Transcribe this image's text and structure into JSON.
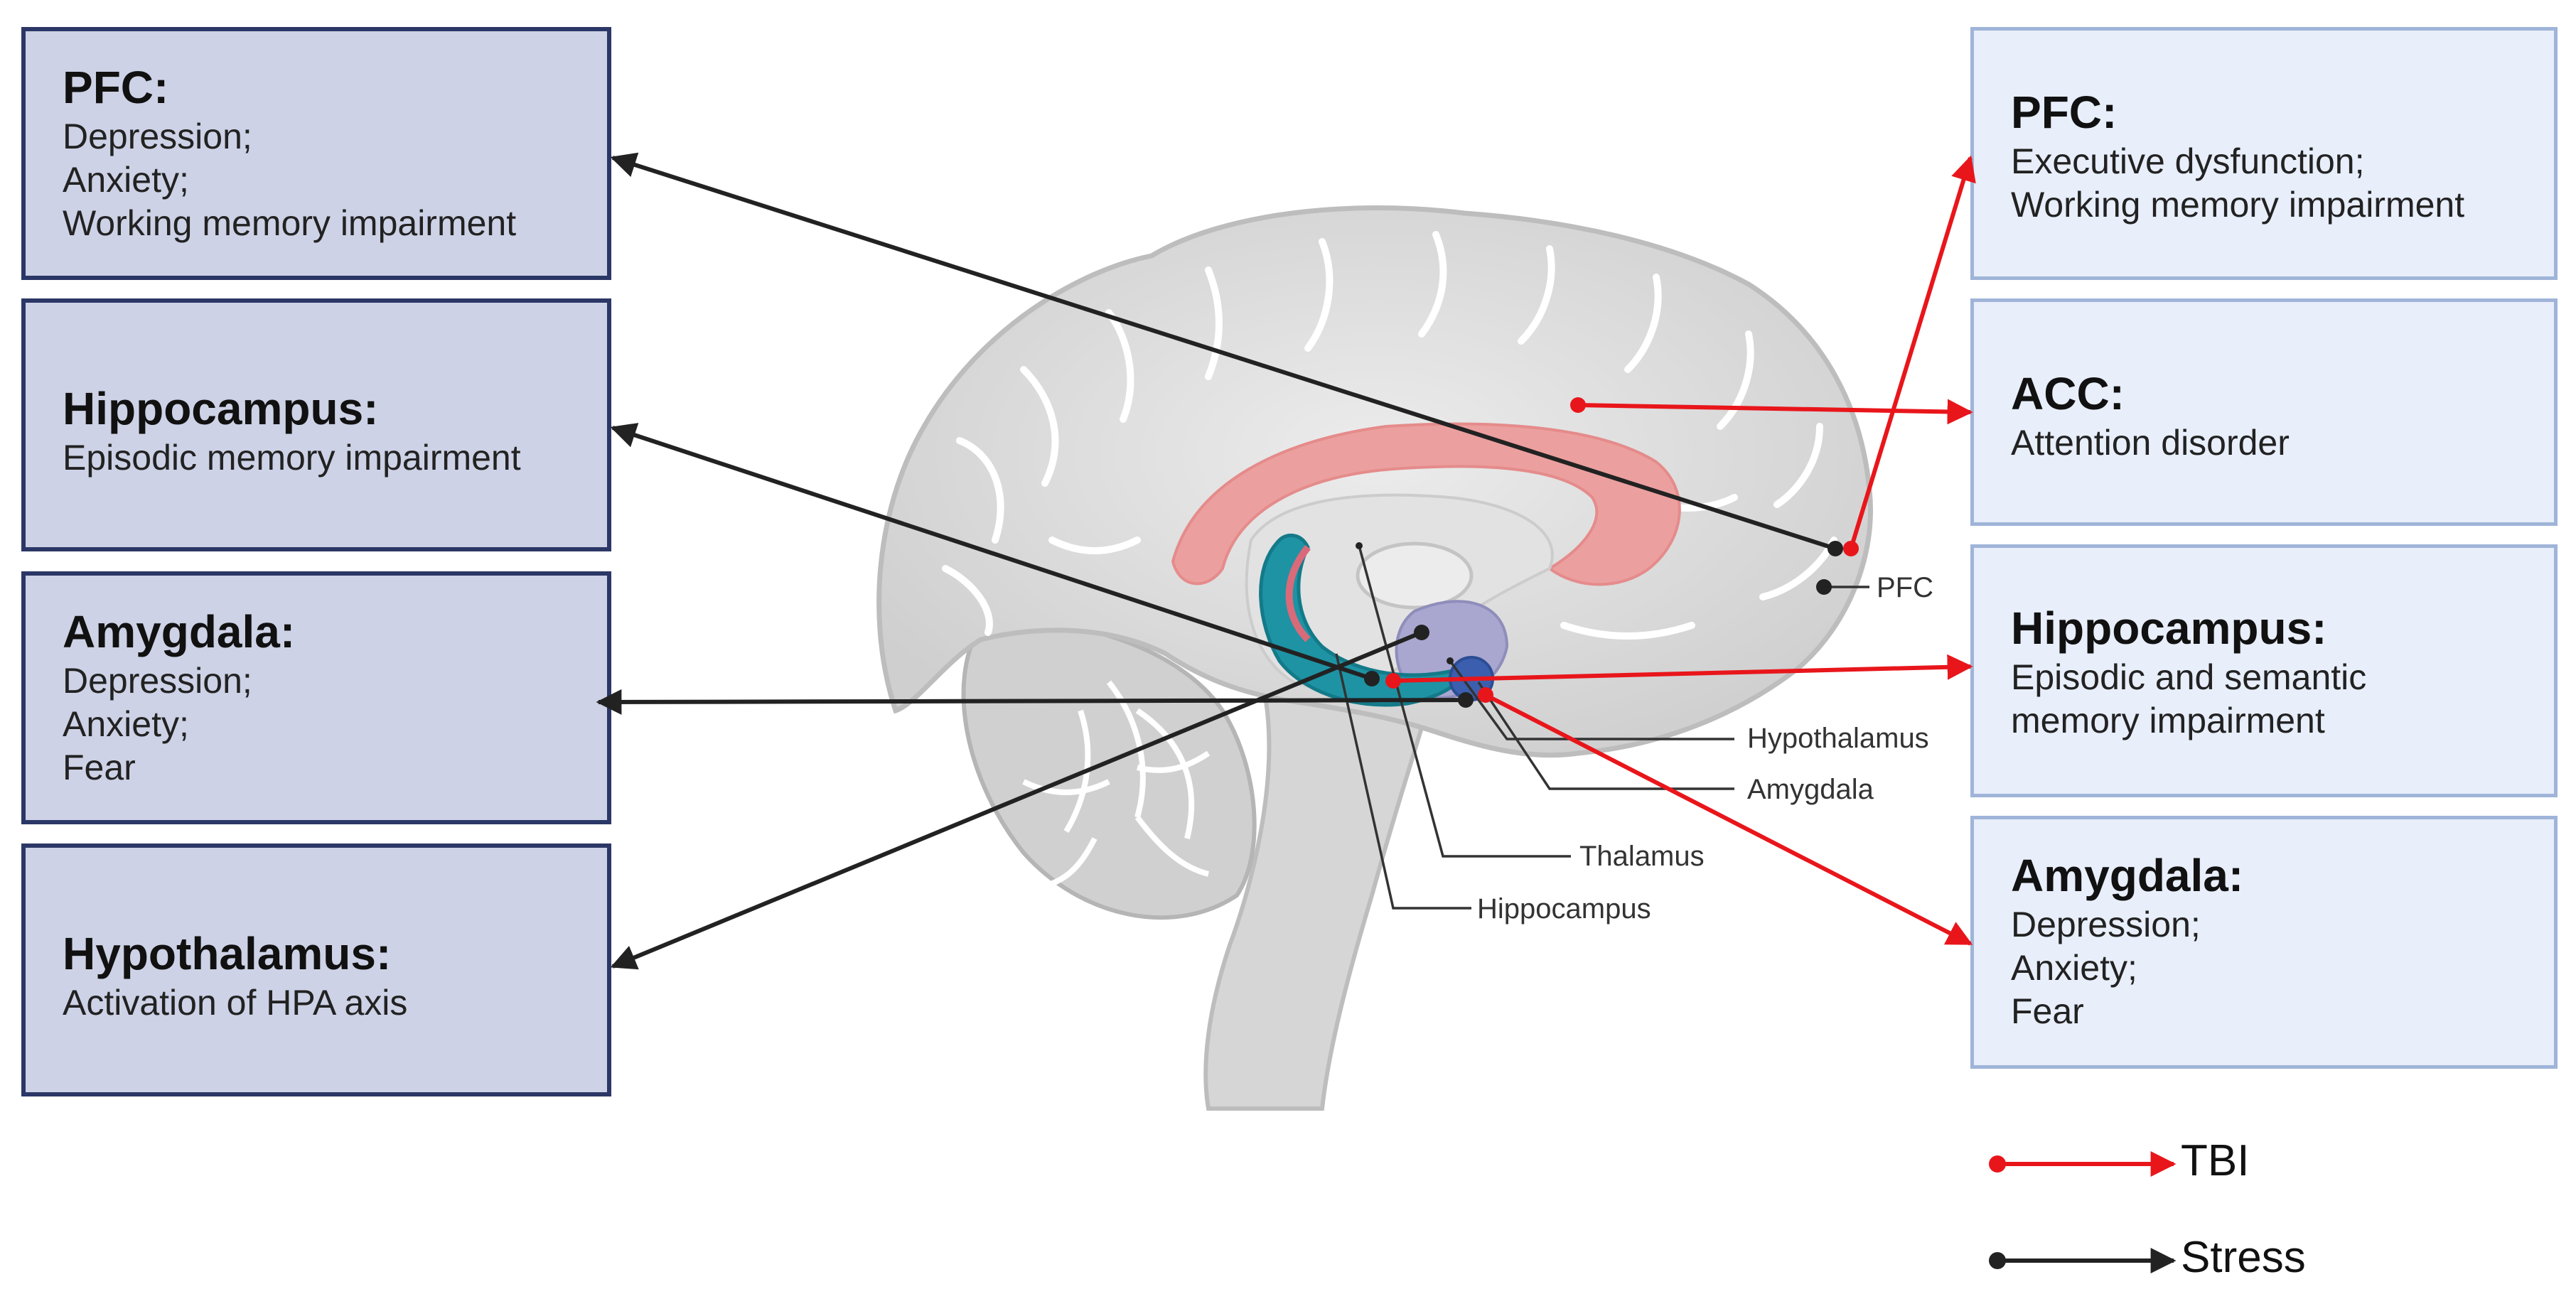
{
  "left_boxes": [
    {
      "title": "PFC:",
      "lines": [
        "Depression;",
        "Anxiety;",
        "Working memory impairment"
      ]
    },
    {
      "title": "Hippocampus:",
      "lines": [
        "Episodic memory impairment"
      ]
    },
    {
      "title": "Amygdala:",
      "lines": [
        "Depression;",
        "Anxiety;",
        "Fear"
      ]
    },
    {
      "title": "Hypothalamus:",
      "lines": [
        "Activation of HPA axis"
      ]
    }
  ],
  "right_boxes": [
    {
      "title": "PFC:",
      "lines": [
        "Executive dysfunction;",
        "Working memory impairment"
      ]
    },
    {
      "title": "ACC:",
      "lines": [
        "Attention disorder"
      ]
    },
    {
      "title": "Hippocampus:",
      "lines": [
        "Episodic  and semantic",
        "memory impairment"
      ]
    },
    {
      "title": "Amygdala:",
      "lines": [
        "Depression;",
        "Anxiety;",
        "Fear"
      ]
    }
  ],
  "brain_labels": {
    "pfc": "PFC",
    "hypothalamus": "Hypothalamus",
    "amygdala": "Amygdala",
    "thalamus": "Thalamus",
    "hippocampus": "Hippocampus"
  },
  "legend": {
    "tbi": "TBI",
    "stress": "Stress"
  },
  "colors": {
    "tbi": "#e8161b",
    "stress": "#222222",
    "left_box_fill": "#cdd2e6",
    "left_box_border": "#2b3766",
    "right_box_fill": "#e8eefa",
    "right_box_border": "#9fb4d8"
  }
}
